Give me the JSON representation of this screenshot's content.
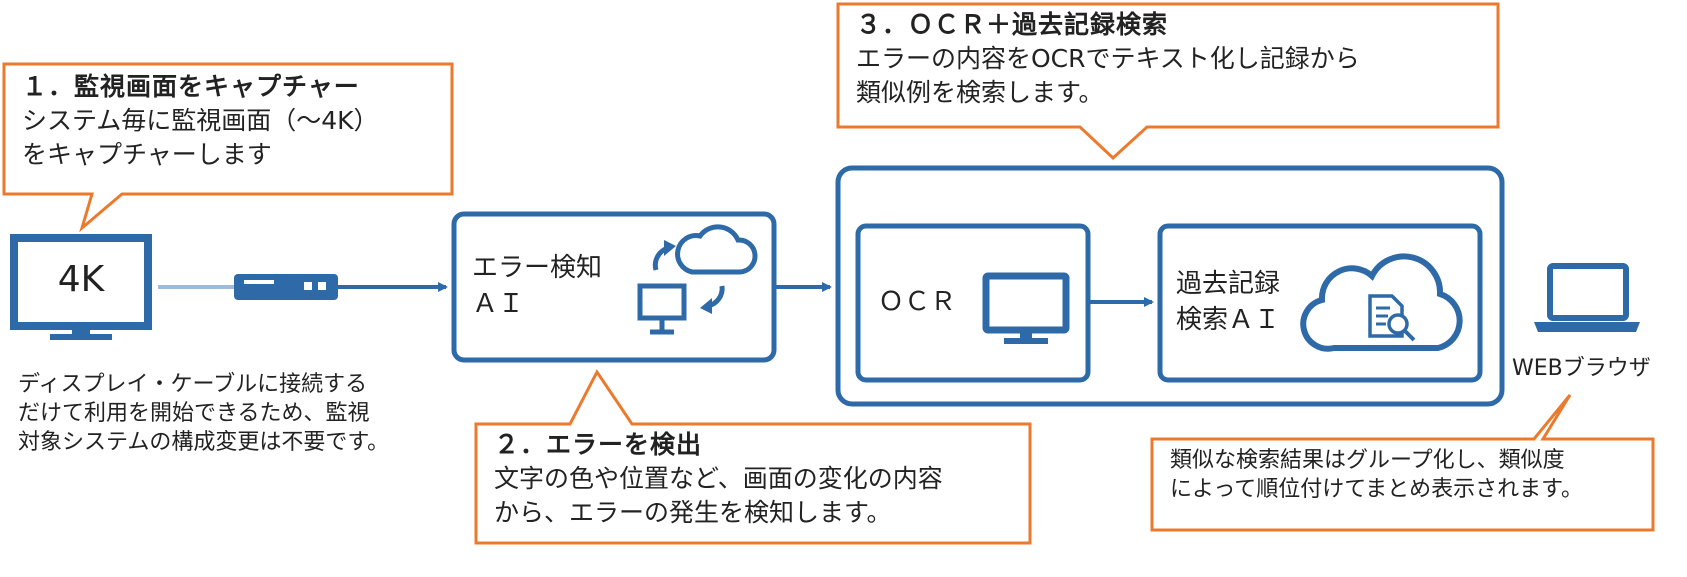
{
  "colors": {
    "accent_blue": "#2e6aa8",
    "callout_orange": "#ec7a2e",
    "cable_light": "#9dbbdd"
  },
  "callout1": {
    "title": "１．監視画面をキャプチャー",
    "lines": [
      "システム毎に監視画面（〜4K）",
      "をキャプチャーします"
    ]
  },
  "callout2": {
    "title": "２．エラーを検出",
    "lines": [
      "文字の色や位置など、画面の変化の内容",
      "から、エラーの発生を検知します。"
    ]
  },
  "callout3": {
    "title": "３．ＯＣＲ＋過去記録検索",
    "lines": [
      "エラーの内容をOCRでテキスト化し記録から",
      "類似例を検索します。"
    ]
  },
  "callout4": {
    "lines": [
      "類似な検索結果はグループ化し、類似度",
      "によって順位付けてまとめ表示されます。"
    ]
  },
  "monitor": {
    "label": "4K",
    "icon": "monitor-icon"
  },
  "capture_device": {
    "icon": "capture-box-icon"
  },
  "display_note": {
    "lines": [
      "ディスプレイ・ケーブルに接続する",
      "だけて利用を開始できるため、監視",
      "対象システムの構成変更は不要です。"
    ]
  },
  "error_ai": {
    "lines": [
      "エラー検知",
      "ＡＩ"
    ],
    "icon": "sync-cloud-monitor-icon"
  },
  "ocr": {
    "label": "ＯＣＲ",
    "icon": "monitor-icon"
  },
  "search_ai": {
    "lines": [
      "過去記録",
      "検索ＡＩ"
    ],
    "icon": "cloud-document-search-icon"
  },
  "browser": {
    "label": "WEBブラウザ",
    "icon": "laptop-icon"
  }
}
